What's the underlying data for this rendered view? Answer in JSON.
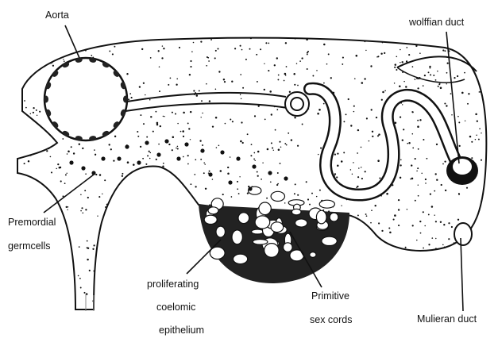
{
  "diagram": {
    "labels": {
      "aorta": "Aorta",
      "wolffian_duct": "wolffian duct",
      "premordial_line1": "Premordial",
      "premordial_line2": "germcells",
      "proliferating_line1": "proliferating",
      "proliferating_line2": "coelomic",
      "proliferating_line3": "epithelium",
      "primitive_line1": "Primitive",
      "primitive_line2": "sex cords",
      "mulieran_duct": "Mulieran duct"
    }
  }
}
